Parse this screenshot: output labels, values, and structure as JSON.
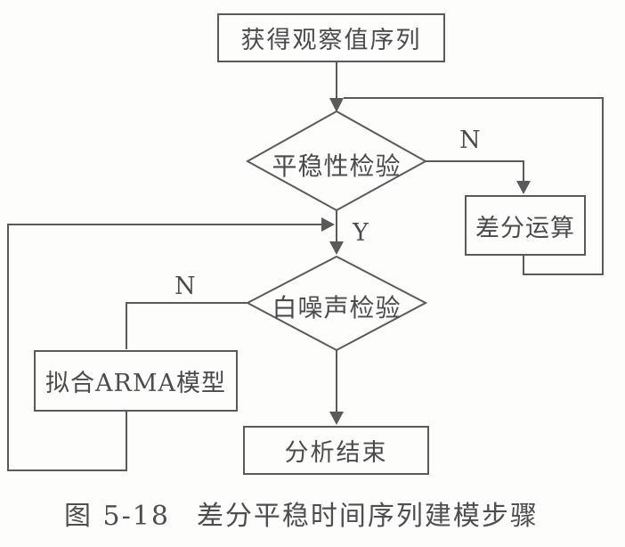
{
  "figure": {
    "caption_label": "图 5-18",
    "caption_title": "差分平稳时间序列建模步骤"
  },
  "nodes": {
    "start": "获得观察值序列",
    "stationarity_test": "平稳性检验",
    "difference_op": "差分运算",
    "white_noise_test": "白噪声检验",
    "fit_arma": "拟合ARMA模型",
    "end": "分析结束"
  },
  "branch_labels": {
    "stationarity_no": "N",
    "stationarity_yes": "Y",
    "white_noise_no": "N"
  },
  "colors": {
    "line": "#5a5a5c",
    "text": "#4b4b4e",
    "background": "#fdfdfc"
  }
}
